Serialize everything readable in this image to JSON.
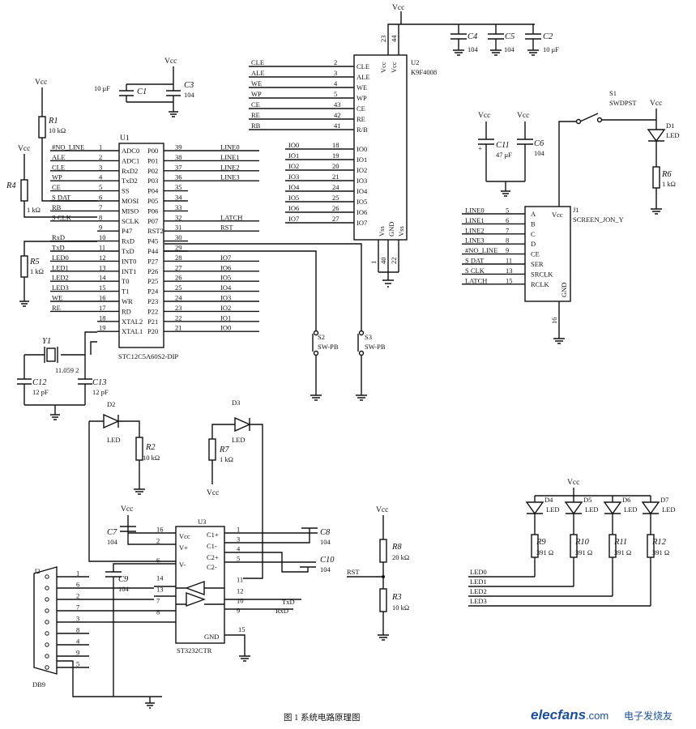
{
  "caption": "图 1 系统电路原理图",
  "watermark": {
    "brand": "elecfans",
    "domain": ".com",
    "cn": "电子发烧友"
  },
  "power": {
    "vcc": "Vcc",
    "gnd": "GND"
  },
  "u1": {
    "ref": "U1",
    "part": "STC12C5A60S2-DIP",
    "left_pins": [
      {
        "net": "#NO_LINE",
        "num": "1",
        "name": "ADC0"
      },
      {
        "net": "ALE",
        "num": "2",
        "name": "ADC1"
      },
      {
        "net": "CLE",
        "num": "3",
        "name": "RxD2"
      },
      {
        "net": "WP",
        "num": "4",
        "name": "TxD2"
      },
      {
        "net": "CE",
        "num": "5",
        "name": "SS"
      },
      {
        "net": "S DAT",
        "num": "6",
        "name": "MOSI"
      },
      {
        "net": "RB",
        "num": "7",
        "name": "MISO"
      },
      {
        "net": "S CLK",
        "num": "8",
        "name": "SCLK"
      },
      {
        "net": "",
        "num": "9",
        "name": "P47"
      },
      {
        "net": "RxD",
        "num": "10",
        "name": "RxD"
      },
      {
        "net": "TxD",
        "num": "11",
        "name": "TxD"
      },
      {
        "net": "LED0",
        "num": "12",
        "name": "INT0"
      },
      {
        "net": "LED1",
        "num": "13",
        "name": "INT1"
      },
      {
        "net": "LED2",
        "num": "14",
        "name": "T0"
      },
      {
        "net": "LED3",
        "num": "15",
        "name": "T1"
      },
      {
        "net": "WE",
        "num": "16",
        "name": "WR"
      },
      {
        "net": "RE",
        "num": "17",
        "name": "RD"
      },
      {
        "net": "",
        "num": "18",
        "name": "XTAL2"
      },
      {
        "net": "",
        "num": "19",
        "name": "XTAL1"
      }
    ],
    "right_pins": [
      {
        "name": "P00",
        "num": "39",
        "net": "LINE0"
      },
      {
        "name": "P01",
        "num": "38",
        "net": "LINE1"
      },
      {
        "name": "P02",
        "num": "37",
        "net": "LINE2"
      },
      {
        "name": "P03",
        "num": "36",
        "net": "LINE3"
      },
      {
        "name": "P04",
        "num": "35",
        "net": ""
      },
      {
        "name": "P05",
        "num": "34",
        "net": ""
      },
      {
        "name": "P06",
        "num": "33",
        "net": ""
      },
      {
        "name": "P07",
        "num": "32",
        "net": "LATCH"
      },
      {
        "name": "RST2",
        "num": "31",
        "net": "RST"
      },
      {
        "name": "P45",
        "num": "30",
        "net": ""
      },
      {
        "name": "P44",
        "num": "29",
        "net": ""
      },
      {
        "name": "P27",
        "num": "28",
        "net": "IO7"
      },
      {
        "name": "P26",
        "num": "27",
        "net": "IO6"
      },
      {
        "name": "P25",
        "num": "26",
        "net": "IO5"
      },
      {
        "name": "P24",
        "num": "25",
        "net": "IO4"
      },
      {
        "name": "P23",
        "num": "24",
        "net": "IO3"
      },
      {
        "name": "P22",
        "num": "23",
        "net": "IO2"
      },
      {
        "name": "P21",
        "num": "22",
        "net": "IO1"
      },
      {
        "name": "P20",
        "num": "21",
        "net": "IO0"
      }
    ]
  },
  "u2": {
    "ref": "U2",
    "part": "K9F4008",
    "top_pins": [
      "23",
      "44"
    ],
    "ctrl_pins": [
      {
        "net": "CLE",
        "num": "2",
        "name": "CLE"
      },
      {
        "net": "ALE",
        "num": "3",
        "name": "ALE"
      },
      {
        "net": "WE",
        "num": "4",
        "name": "WE"
      },
      {
        "net": "WP",
        "num": "5",
        "name": "WP"
      },
      {
        "net": "CE",
        "num": "43",
        "name": "CE"
      },
      {
        "net": "RE",
        "num": "42",
        "name": "RE"
      },
      {
        "net": "RB",
        "num": "41",
        "name": "R/B"
      }
    ],
    "io_pins": [
      {
        "net": "IO0",
        "num": "18",
        "name": "IO0"
      },
      {
        "net": "IO1",
        "num": "19",
        "name": "IO1"
      },
      {
        "net": "IO2",
        "num": "20",
        "name": "IO2"
      },
      {
        "net": "IO3",
        "num": "21",
        "name": "IO3"
      },
      {
        "net": "IO4",
        "num": "24",
        "name": "IO4"
      },
      {
        "net": "IO5",
        "num": "25",
        "name": "IO5"
      },
      {
        "net": "IO6",
        "num": "26",
        "name": "IO6"
      },
      {
        "net": "IO7",
        "num": "27",
        "name": "IO7"
      }
    ],
    "bottom_pins": [
      "1",
      "40",
      "22"
    ],
    "inner": {
      "vcc1": "Vcc",
      "vcc2": "Vcc",
      "vss1": "Vss",
      "gnd": "GND",
      "vss2": "Vss"
    }
  },
  "j1": {
    "ref": "J1",
    "part": "SCREEN_JON_Y",
    "vcc": "Vcc",
    "gnd": "GND",
    "bottom_pin": "16",
    "pins": [
      {
        "net": "LINE0",
        "num": "5",
        "name": "A"
      },
      {
        "net": "LINE1",
        "num": "6",
        "name": "B"
      },
      {
        "net": "LINE2",
        "num": "7",
        "name": "C"
      },
      {
        "net": "LINE3",
        "num": "8",
        "name": "D"
      },
      {
        "net": "#NO_LINE",
        "num": "9",
        "name": "CE"
      },
      {
        "net": "S DAT",
        "num": "11",
        "name": "SER"
      },
      {
        "net": "S CLK",
        "num": "13",
        "name": "SRCLK"
      },
      {
        "net": "LATCH",
        "num": "15",
        "name": "RCLK"
      }
    ]
  },
  "u3": {
    "ref": "U3",
    "part": "ST3232CTR",
    "inner": {
      "vcc": "Vcc",
      "vplus": "V+",
      "vminus": "V-",
      "c1p": "C1+",
      "c1m": "C1-",
      "c2p": "C2+",
      "c2m": "C2-",
      "gnd": "GND"
    },
    "left_pins": [
      "16",
      "2",
      "6",
      "14",
      "13",
      "7",
      "8"
    ],
    "right_pins": [
      "1",
      "3",
      "4",
      "5",
      "11",
      "12",
      "10",
      "9"
    ],
    "gnd_pin": "15",
    "net_txd": "TxD",
    "net_rxd": "RxD"
  },
  "j2": {
    "ref": "J2",
    "part": "DB9",
    "pins": [
      "1",
      "6",
      "2",
      "7",
      "3",
      "8",
      "4",
      "9",
      "5"
    ]
  },
  "caps": {
    "c1": {
      "ref": "C1",
      "val": "10 μF"
    },
    "c3": {
      "ref": "C3",
      "val": "104"
    },
    "c4": {
      "ref": "C4",
      "val": "104"
    },
    "c5": {
      "ref": "C5",
      "val": "104"
    },
    "c2": {
      "ref": "C2",
      "val": "10 μF"
    },
    "c11": {
      "ref": "C11",
      "val": "47 μF",
      "pol": "+"
    },
    "c6": {
      "ref": "C6",
      "val": "104"
    },
    "c12": {
      "ref": "C12",
      "val": "12 pF"
    },
    "c13": {
      "ref": "C13",
      "val": "12 pF"
    },
    "c7": {
      "ref": "C7",
      "val": "104"
    },
    "c8": {
      "ref": "C8",
      "val": "104"
    },
    "c9": {
      "ref": "C9",
      "val": "104"
    },
    "c10": {
      "ref": "C10",
      "val": "104"
    }
  },
  "res": {
    "r1": {
      "ref": "R1",
      "val": "10 kΩ"
    },
    "r4": {
      "ref": "R4",
      "val": "1 kΩ"
    },
    "r5": {
      "ref": "R5",
      "val": "1 kΩ"
    },
    "r2": {
      "ref": "R2",
      "val": "10 kΩ"
    },
    "r7": {
      "ref": "R7",
      "val": "1 kΩ"
    },
    "r6": {
      "ref": "R6",
      "val": "1 kΩ"
    },
    "r8": {
      "ref": "R8",
      "val": "20 kΩ"
    },
    "r3": {
      "ref": "R3",
      "val": "10 kΩ"
    },
    "r9": {
      "ref": "R9",
      "val": "391 Ω"
    },
    "r10": {
      "ref": "R10",
      "val": "391 Ω"
    },
    "r11": {
      "ref": "R11",
      "val": "391 Ω"
    },
    "r12": {
      "ref": "R12",
      "val": "391 Ω"
    }
  },
  "leds": {
    "d1": {
      "ref": "D1",
      "val": "LED"
    },
    "d2": {
      "ref": "D2",
      "val": "LED"
    },
    "d3": {
      "ref": "D3",
      "val": "LED"
    },
    "d4": {
      "ref": "D4",
      "val": "LED"
    },
    "d5": {
      "ref": "D5",
      "val": "LED"
    },
    "d6": {
      "ref": "D6",
      "val": "LED"
    },
    "d7": {
      "ref": "D7",
      "val": "LED"
    }
  },
  "switches": {
    "s1": {
      "ref": "S1",
      "val": "SWDPST"
    },
    "s2": {
      "ref": "S2",
      "val": "SW-PB"
    },
    "s3": {
      "ref": "S3",
      "val": "SW-PB"
    }
  },
  "crystal": {
    "ref": "Y1",
    "val": "11.059 2"
  },
  "nets": {
    "rst": "RST",
    "led0": "LED0",
    "led1": "LED1",
    "led2": "LED2",
    "led3": "LED3"
  }
}
